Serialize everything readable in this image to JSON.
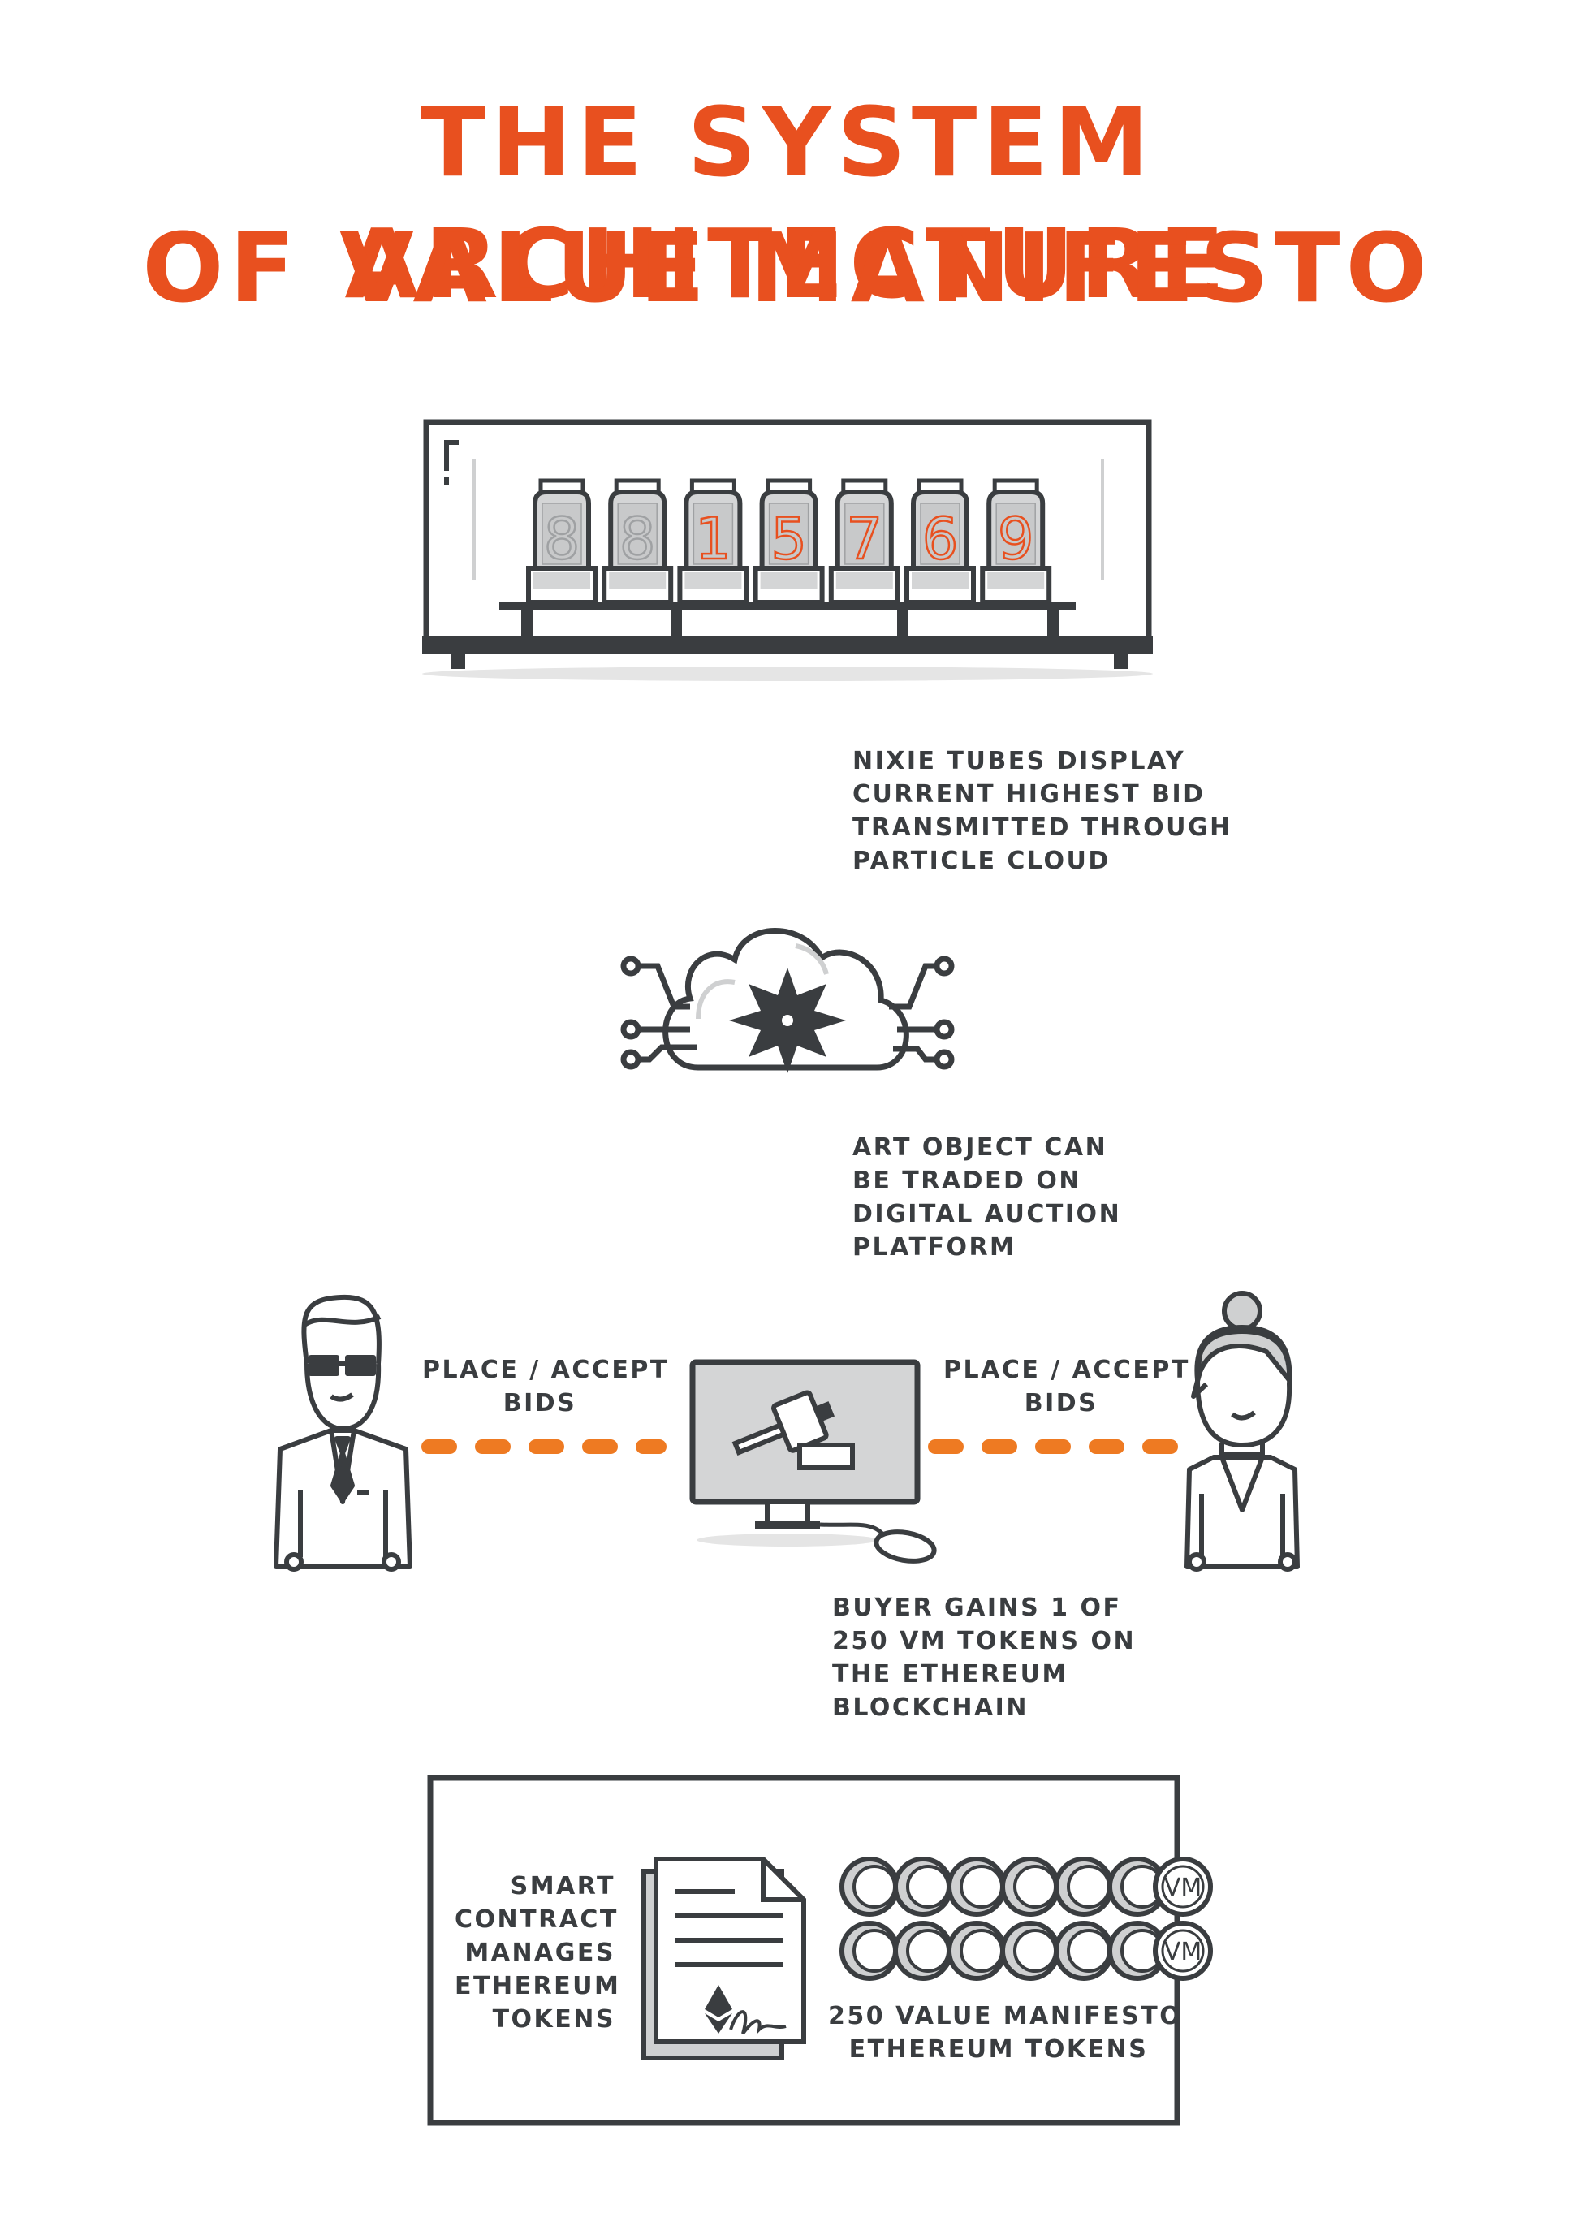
{
  "title": {
    "line1": "THE SYSTEM ARCHITECTURE",
    "line2": "OF VALUE MANIFESTO"
  },
  "nixie": {
    "digits": [
      "8",
      "8",
      "1",
      "5",
      "7",
      "6",
      "9"
    ],
    "lit": [
      false,
      false,
      true,
      true,
      true,
      true,
      true
    ]
  },
  "labels": {
    "nixie_note": [
      "NIXIE TUBES DISPLAY",
      "CURRENT HIGHEST BID",
      "TRANSMITTED THROUGH",
      "PARTICLE CLOUD"
    ],
    "auction_note": [
      "ART OBJECT CAN",
      "BE TRADED ON",
      "DIGITAL AUCTION",
      "PLATFORM"
    ],
    "bids_left": [
      "PLACE / ACCEPT",
      "BIDS"
    ],
    "bids_right": [
      "PLACE / ACCEPT",
      "BIDS"
    ],
    "buyer_note": [
      "BUYER GAINS 1 OF",
      "250 VM TOKENS ON",
      "THE ETHEREUM",
      "BLOCKCHAIN"
    ],
    "contract_note": [
      "SMART",
      "CONTRACT",
      "MANAGES",
      "ETHEREUM",
      "TOKENS"
    ],
    "tokens_note": [
      "250 VALUE MANIFESTO",
      "ETHEREUM TOKENS"
    ]
  },
  "token_badge": "VM",
  "colors": {
    "accent": "#e8501f",
    "dark": "#3a3d40",
    "dot_orange": "#f5a623",
    "dot_red": "#e8501f",
    "grey": "#cfd0d1"
  }
}
